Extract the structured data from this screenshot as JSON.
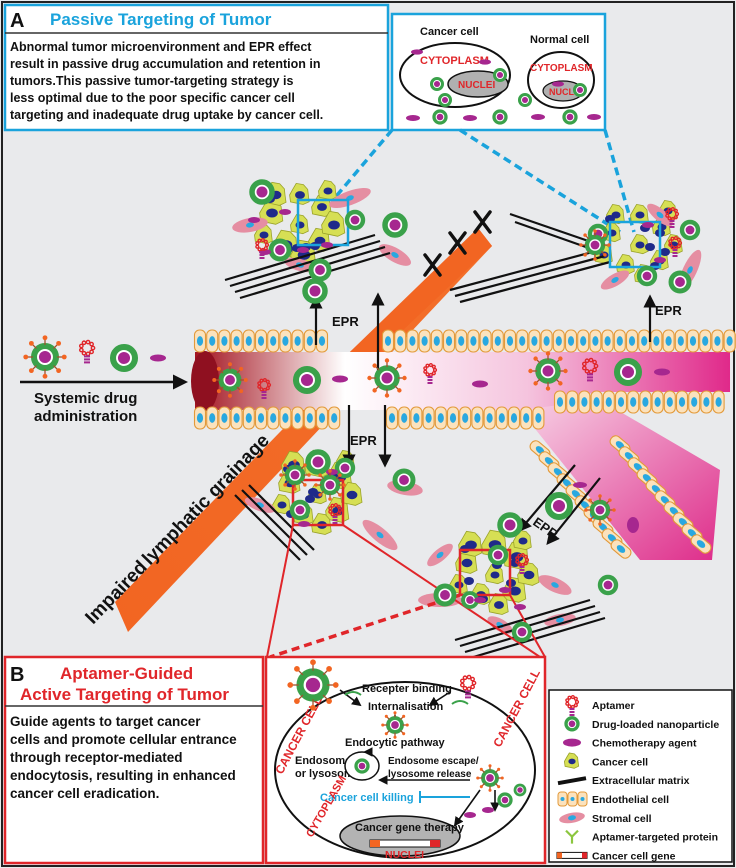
{
  "panel_a": {
    "letter": "A",
    "title": "Passive Targeting of Tumor",
    "description_lines": [
      "Abnormal tumor microenvironment and EPR effect",
      "result in passive drug accumulation and retention in",
      "tumors.This passive tumor-targeting strategy is",
      "less optimal due to the poor specific cancer cell",
      "targeting and inadequate drug uptake by cancer cell."
    ],
    "inset": {
      "cancer_cell_label": "Cancer cell",
      "normal_cell_label": "Normal cell",
      "cytoplasm": "CYTOPLASM",
      "nuclei": "NUCLEI"
    }
  },
  "main": {
    "systemic_lines": [
      "Systemic drug",
      "administration"
    ],
    "epr": "EPR",
    "lymph_part1": "Impaired",
    "lymph_part2": "lymphatic grainage"
  },
  "panel_b": {
    "letter": "B",
    "title_lines": [
      "Aptamer-Guided",
      "Active Targeting of Tumor"
    ],
    "description_lines": [
      "Guide agents to target cancer",
      "cells and promote cellular entrance",
      "through receptor-mediated",
      "endocytosis, resulting in enhanced",
      "cancer cell eradication."
    ],
    "cell_diagram": {
      "cancer_cell": "CANCER CELL",
      "receptor_binding": "Recepter binding",
      "internalisation": "Internalisation",
      "endocytic_pathway": "Endocytic pathway",
      "endosome_lines": [
        "Endosome",
        "or lysosome"
      ],
      "escape_lines": [
        "Endosome escape/",
        "lysosome release"
      ],
      "killing": "Cancer cell killing",
      "cytoplasm": "CYTOPLASM",
      "gene_therapy": "Cancer gene therapy",
      "nuclei": "NUCLEI"
    }
  },
  "legend": {
    "items": [
      {
        "label": "Aptamer",
        "icon": "aptamer-icon"
      },
      {
        "label": "Drug-loaded nanoparticle",
        "icon": "nanoparticle-icon"
      },
      {
        "label": "Chemotherapy agent",
        "icon": "chemo-agent-icon"
      },
      {
        "label": "Cancer cell",
        "icon": "cancer-cell-icon"
      },
      {
        "label": "Extracellular matrix",
        "icon": "matrix-icon"
      },
      {
        "label": "Endothelial cell",
        "icon": "endothelial-icon"
      },
      {
        "label": "Stromal cell",
        "icon": "stromal-icon"
      },
      {
        "label": "Aptamer-targeted protein",
        "icon": "receptor-icon"
      },
      {
        "label": "Cancer cell gene",
        "icon": "gene-icon"
      }
    ]
  },
  "colors": {
    "panel_a_accent": "#1aa3dc",
    "panel_b_accent": "#e0262a",
    "vessel_red": "#b2182b",
    "vessel_pink": "#e0298a",
    "lymph_orange": "#f26522",
    "nanoparticle_green": "#3aa14a",
    "drug_purple": "#a6278f",
    "tumor_yellow": "#d6df54",
    "stromal_pink": "#e58ea2"
  }
}
